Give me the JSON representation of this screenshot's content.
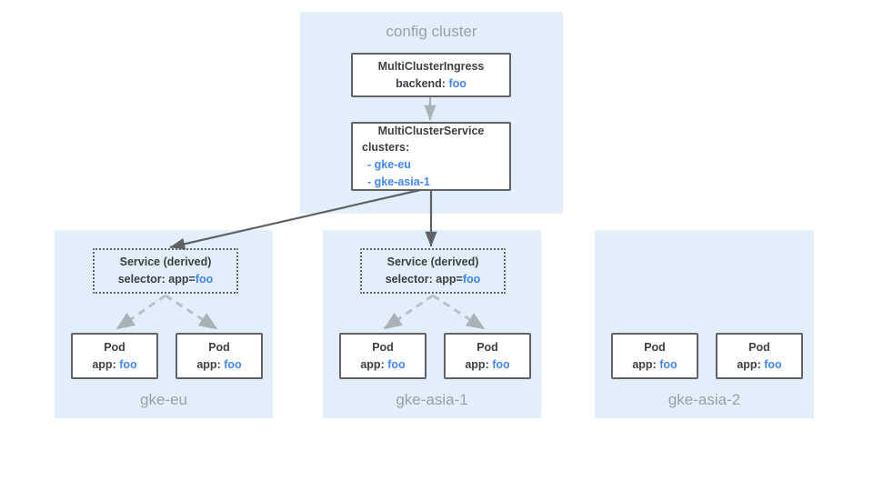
{
  "diagram": {
    "title_hidden": "",
    "colors": {
      "panel_bg": "#e2effb",
      "node_border": "#5f6368",
      "text": "#3c4043",
      "accent_blue": "#4285f4",
      "label_gray": "#9aa0a6",
      "solid_arrow": "#5f6368",
      "dashed_arrow": "#b0b7bd"
    },
    "config_cluster": {
      "label": "config cluster",
      "nodes": {
        "ingress": {
          "kind": "MultiClusterIngress",
          "field_label": "backend:",
          "field_value": "foo"
        },
        "service": {
          "kind": "MultiClusterService",
          "field_label": "clusters:",
          "items": [
            "- gke-eu",
            "- gke-asia-1"
          ]
        }
      }
    },
    "clusters": [
      {
        "name": "gke-eu",
        "has_service": true,
        "service": {
          "title": "Service (derived)",
          "selector_label": "selector: app=",
          "selector_value": "foo"
        },
        "pods": [
          {
            "title": "Pod",
            "label": "app:",
            "value": "foo"
          },
          {
            "title": "Pod",
            "label": "app:",
            "value": "foo"
          }
        ]
      },
      {
        "name": "gke-asia-1",
        "has_service": true,
        "service": {
          "title": "Service (derived)",
          "selector_label": "selector: app=",
          "selector_value": "foo"
        },
        "pods": [
          {
            "title": "Pod",
            "label": "app:",
            "value": "foo"
          },
          {
            "title": "Pod",
            "label": "app:",
            "value": "foo"
          }
        ]
      },
      {
        "name": "gke-asia-2",
        "has_service": false,
        "pods": [
          {
            "title": "Pod",
            "label": "app:",
            "value": "foo"
          },
          {
            "title": "Pod",
            "label": "app:",
            "value": "foo"
          }
        ]
      }
    ]
  }
}
